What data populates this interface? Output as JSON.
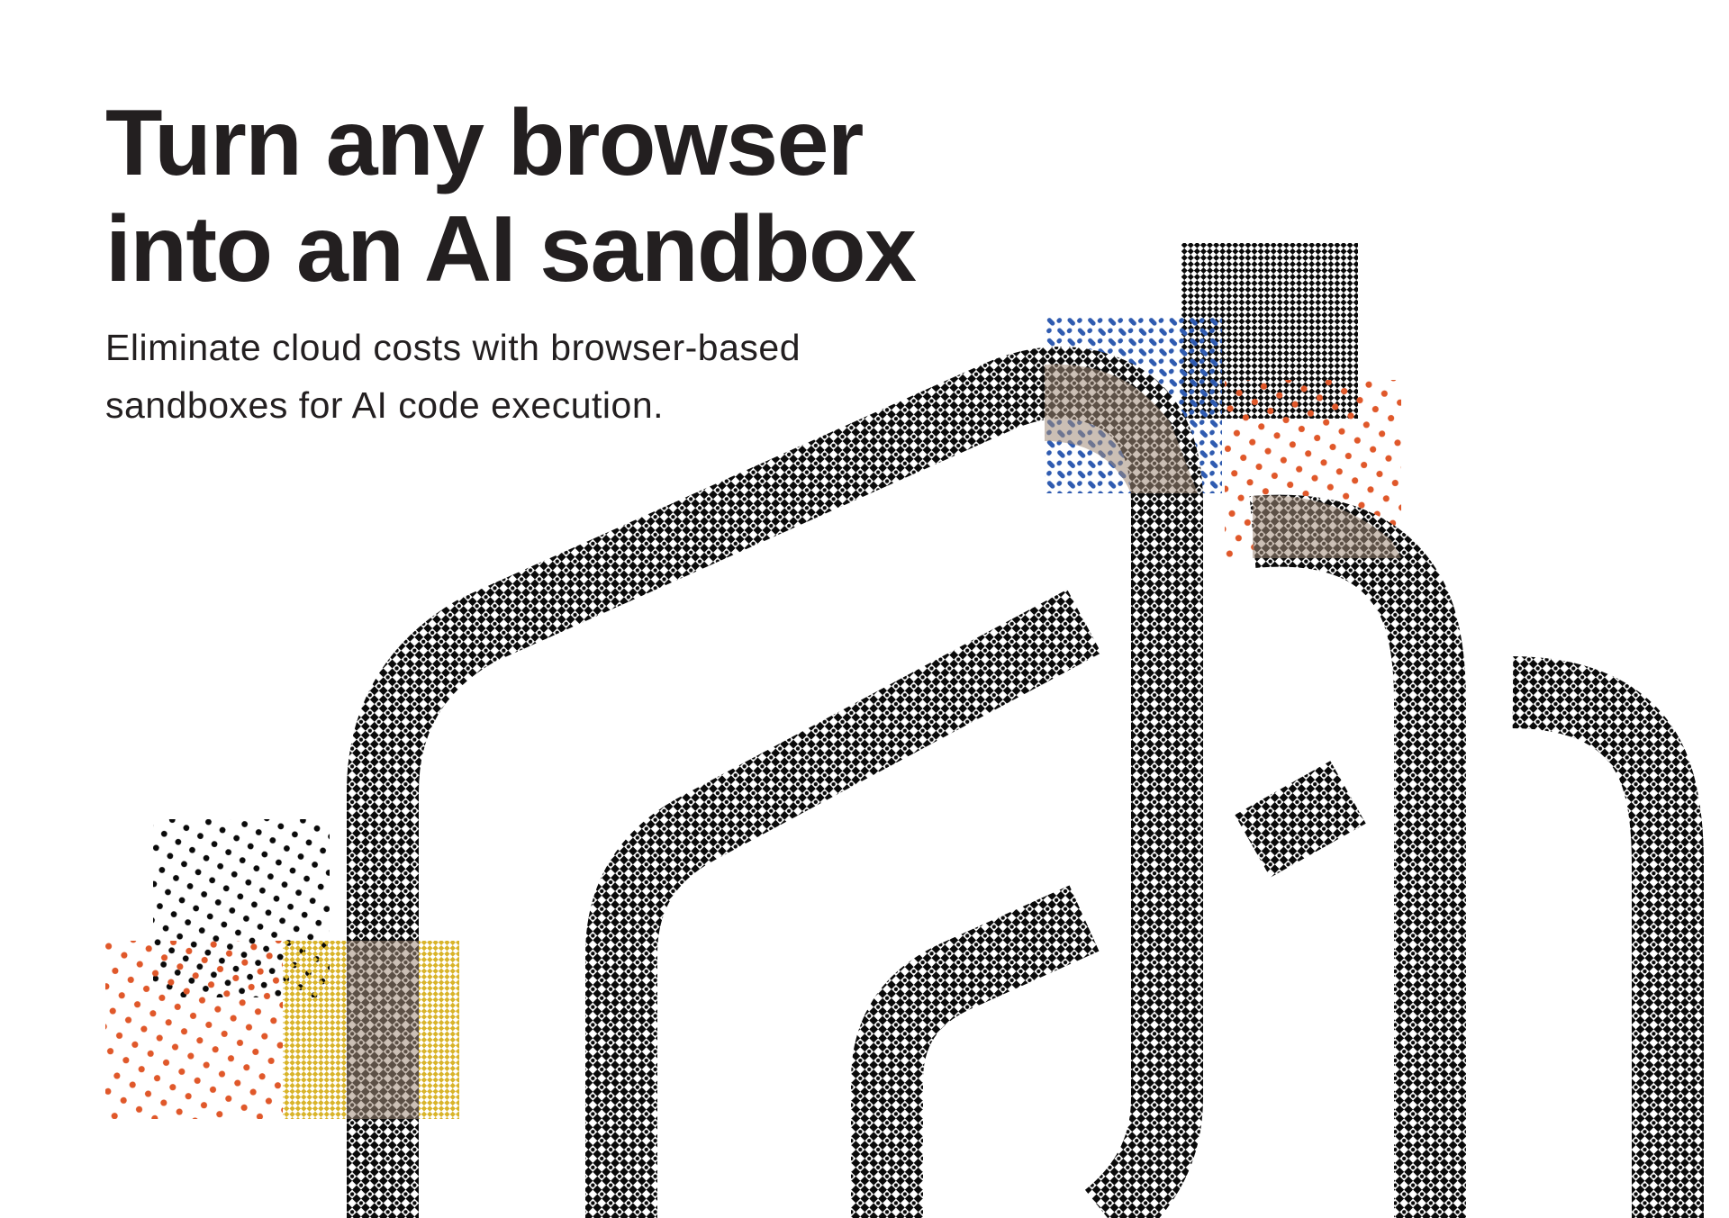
{
  "hero": {
    "title_line1": "Turn any browser",
    "title_line2": "into an AI sandbox",
    "subtitle_line1": "Eliminate cloud costs with browser-based",
    "subtitle_line2": "sandboxes for AI code execution."
  },
  "colors": {
    "text": "#231f20",
    "stroke": "#0a0a0a",
    "blue": "#2f5bb0",
    "orange": "#e0582a",
    "yellow": "#d9b42a",
    "overlay": "#a08a78"
  },
  "illustration": {
    "description": "halftone-textured abstract strokes forming an AI sandbox logo motif with colored halftone squares"
  }
}
